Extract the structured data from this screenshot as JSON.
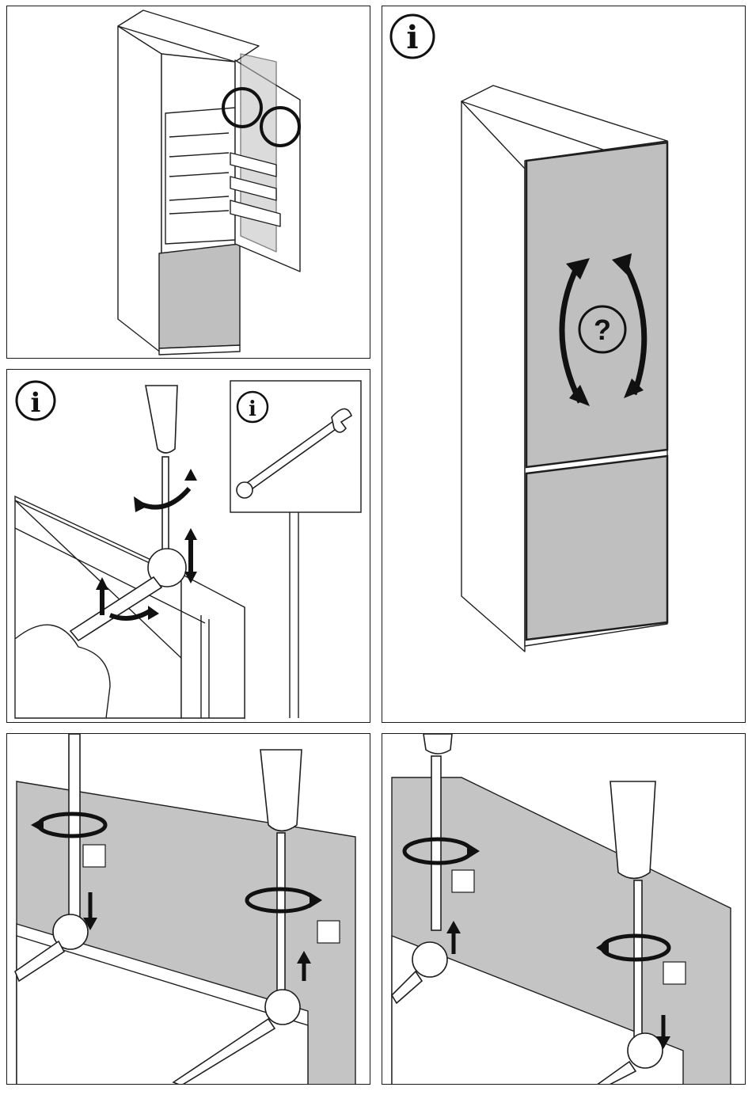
{
  "colors": {
    "panel_border": "#1a1a1a",
    "door_grey": "#bfbfbf",
    "wall_grey": "#c4c4c4",
    "line": "#1f1f1f",
    "background": "#ffffff"
  },
  "icons": {
    "info": "info-icon",
    "question": "question-mark-icon",
    "rotate": "rotate-arrow-icon",
    "wrench": "open-end-wrench-icon",
    "screwdriver": "screwdriver-icon",
    "magnifier_circle": "zoom-circle-icon"
  },
  "glyphs": {
    "info": "i",
    "question": "?"
  },
  "panels": [
    {
      "id": "p1",
      "subject": "fridge-open-door"
    },
    {
      "id": "p2",
      "subject": "fridge-closed-question"
    },
    {
      "id": "p3",
      "subject": "door-hinge-adjust-with-wrench"
    },
    {
      "id": "p4",
      "subject": "door-adjust-variant-a"
    },
    {
      "id": "p5",
      "subject": "door-adjust-variant-b"
    }
  ]
}
